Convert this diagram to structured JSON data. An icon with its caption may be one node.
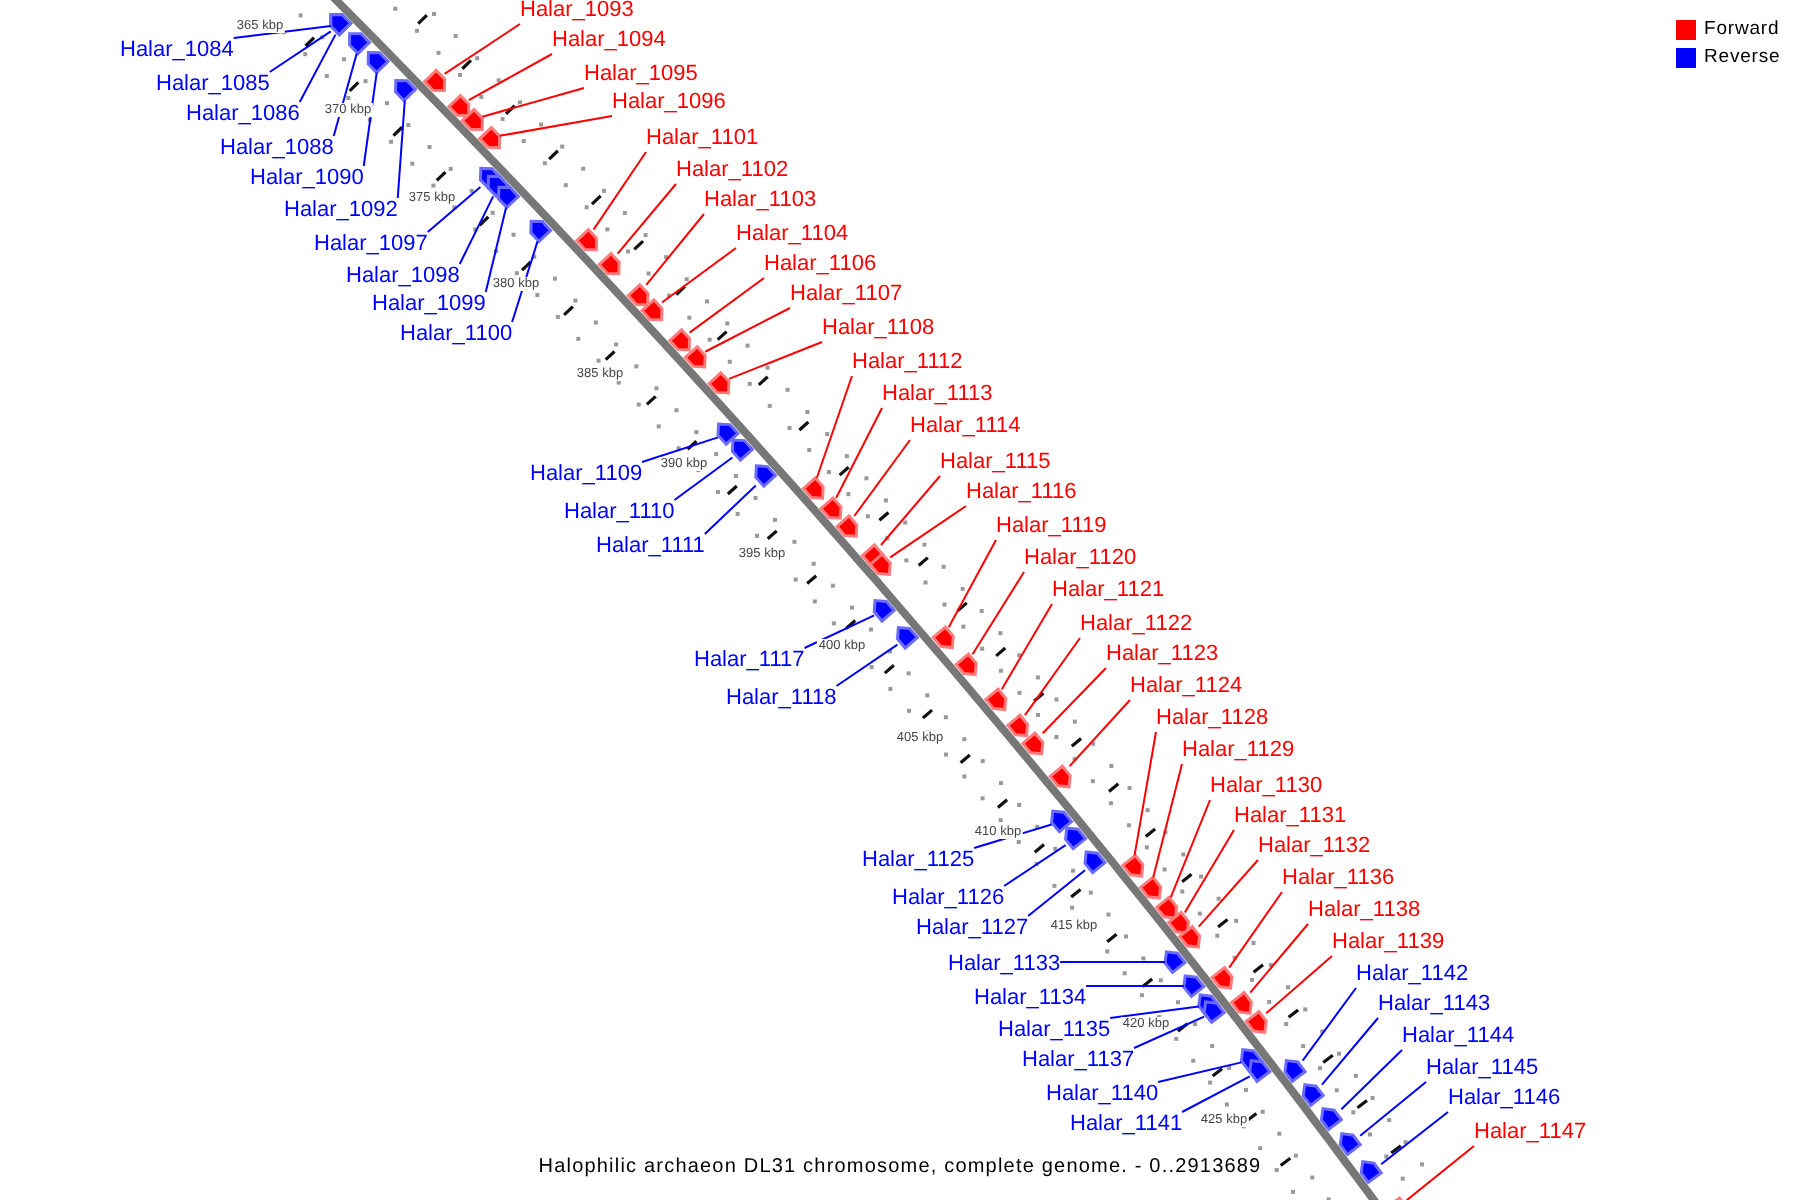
{
  "diagram": {
    "caption": "Halophilic archaeon DL31 chromosome, complete genome. - 0..2913689",
    "nodes": [
      {
        "text": [
          "Halar_1084"
        ]
      },
      {
        "text": [
          "Halar_1085"
        ]
      },
      {
        "text": [
          "Halar_1086"
        ]
      },
      {
        "text": [
          "Halar_1088"
        ]
      },
      {
        "text": [
          "Halar_1090"
        ]
      },
      {
        "text": [
          "Halar_1092"
        ]
      },
      {
        "text": [
          "Halar_1093"
        ]
      },
      {
        "text": [
          "Halar_1094"
        ]
      },
      {
        "text": [
          "Halar_1095"
        ]
      },
      {
        "text": [
          "Halar_1096"
        ]
      },
      {
        "text": [
          "Halar_1097"
        ]
      },
      {
        "text": [
          "Halar_1098"
        ]
      },
      {
        "text": [
          "Halar_1099"
        ]
      },
      {
        "text": [
          "Halar_1100"
        ]
      },
      {
        "text": [
          "Halar_1101"
        ]
      },
      {
        "text": [
          "Halar_1102"
        ]
      },
      {
        "text": [
          "Halar_1103"
        ]
      },
      {
        "text": [
          "Halar_1104"
        ]
      },
      {
        "text": [
          "Halar_1106"
        ]
      },
      {
        "text": [
          "Halar_1107"
        ]
      },
      {
        "text": [
          "Halar_1108"
        ]
      },
      {
        "text": [
          "Halar_1109"
        ]
      },
      {
        "text": [
          "Halar_1110"
        ]
      },
      {
        "text": [
          "Halar_1111"
        ]
      },
      {
        "text": [
          "Halar_1112"
        ]
      },
      {
        "text": [
          "Halar_1113"
        ]
      },
      {
        "text": [
          "Halar_1114"
        ]
      },
      {
        "text": [
          "Halar_1115"
        ]
      },
      {
        "text": [
          "Halar_1116"
        ]
      },
      {
        "text": [
          "Halar_1117"
        ]
      },
      {
        "text": [
          "Halar_1118"
        ]
      },
      {
        "text": [
          "Halar_1119"
        ]
      },
      {
        "text": [
          "Halar_1120"
        ]
      },
      {
        "text": [
          "Halar_1121"
        ]
      },
      {
        "text": [
          "Halar_1122"
        ]
      },
      {
        "text": [
          "Halar_1123"
        ]
      },
      {
        "text": [
          "Halar_1124"
        ]
      },
      {
        "text": [
          "Halar_1125"
        ]
      },
      {
        "text": [
          "Halar_1126"
        ]
      },
      {
        "text": [
          "Halar_1127"
        ]
      },
      {
        "text": [
          "Halar_1128"
        ]
      },
      {
        "text": [
          "Halar_1129"
        ]
      },
      {
        "text": [
          "Halar_1130"
        ]
      },
      {
        "text": [
          "Halar_1131"
        ]
      },
      {
        "text": [
          "Halar_1132"
        ]
      },
      {
        "text": [
          "Halar_1133"
        ]
      },
      {
        "text": [
          "Halar_1134"
        ]
      },
      {
        "text": [
          "Halar_1135"
        ]
      },
      {
        "text": [
          "Halar_1136"
        ]
      },
      {
        "text": [
          "Halar_1137"
        ]
      },
      {
        "text": [
          "Halar_1138"
        ]
      },
      {
        "text": [
          "Halar_1139"
        ]
      },
      {
        "text": [
          "Halar_1140"
        ]
      },
      {
        "text": [
          "Halar_1141"
        ]
      },
      {
        "text": [
          "Halar_1142"
        ]
      },
      {
        "text": [
          "Halar_1143"
        ]
      },
      {
        "text": [
          "Halar_1144"
        ]
      },
      {
        "text": [
          "Halar_1145"
        ]
      },
      {
        "text": [
          "Halar_1146"
        ]
      },
      {
        "text": [
          "Halar_1147"
        ]
      },
      {
        "text": [],
        "shape": "arrow"
      },
      {
        "text": [],
        "shape": "arrow"
      },
      {
        "text": [],
        "shape": "arrow"
      },
      {
        "text": [],
        "shape": "arrow"
      },
      {
        "text": [],
        "shape": "arrow"
      },
      {
        "text": [],
        "shape": "arrow"
      },
      {
        "text": [],
        "shape": "arrow"
      },
      {
        "text": [],
        "shape": "arrow"
      },
      {
        "text": [],
        "shape": "arrow"
      },
      {
        "text": [],
        "shape": "arrow"
      },
      {
        "text": [],
        "shape": "arrow"
      },
      {
        "text": [],
        "shape": "arrow"
      },
      {
        "text": [],
        "shape": "arrow"
      },
      {
        "text": [],
        "shape": "arrow"
      },
      {
        "text": [],
        "shape": "arrow"
      },
      {
        "text": [],
        "shape": "arrow"
      },
      {
        "text": [],
        "shape": "arrow"
      },
      {
        "text": [],
        "shape": "arrow"
      },
      {
        "text": [],
        "shape": "arrow"
      },
      {
        "text": [],
        "shape": "arrow"
      },
      {
        "text": [],
        "shape": "arrow"
      },
      {
        "text": [],
        "shape": "arrow"
      },
      {
        "text": [],
        "shape": "arrow"
      },
      {
        "text": [],
        "shape": "arrow"
      },
      {
        "text": [],
        "shape": "arrow"
      },
      {
        "text": [],
        "shape": "arrow"
      },
      {
        "text": [],
        "shape": "arrow"
      },
      {
        "text": [],
        "shape": "arrow"
      },
      {
        "text": [],
        "shape": "arrow"
      },
      {
        "text": [],
        "shape": "arrow"
      },
      {
        "text": [],
        "shape": "arrow"
      },
      {
        "text": [],
        "shape": "arrow"
      },
      {
        "text": [],
        "shape": "arrow"
      },
      {
        "text": [],
        "shape": "arrow"
      },
      {
        "text": [],
        "shape": "arrow"
      },
      {
        "text": [],
        "shape": "arrow"
      },
      {
        "text": [],
        "shape": "arrow"
      },
      {
        "text": [],
        "shape": "arrow"
      },
      {
        "text": [],
        "shape": "arrow"
      },
      {
        "text": [],
        "shape": "arrow"
      },
      {
        "text": [],
        "shape": "arrow"
      },
      {
        "text": [],
        "shape": "arrow"
      },
      {
        "text": [],
        "shape": "arrow"
      },
      {
        "text": [],
        "shape": "arrow"
      },
      {
        "text": [],
        "shape": "arrow"
      },
      {
        "text": [],
        "shape": "arrow"
      },
      {
        "text": [],
        "shape": "arrow"
      },
      {
        "text": [],
        "shape": "arrow"
      },
      {
        "text": [],
        "shape": "arrow"
      },
      {
        "text": [],
        "shape": "arrow"
      },
      {
        "text": [],
        "shape": "arrow"
      },
      {
        "text": [],
        "shape": "arrow"
      },
      {
        "text": [],
        "shape": "arrow"
      },
      {
        "text": [],
        "shape": "arrow"
      },
      {
        "text": [],
        "shape": "arrow"
      },
      {
        "text": [],
        "shape": "arrow"
      },
      {
        "text": [],
        "shape": "arrow"
      },
      {
        "text": [],
        "shape": "arrow"
      },
      {
        "text": [],
        "shape": "arrow"
      },
      {
        "text": [],
        "shape": "arrow"
      }
    ],
    "edges": [
      {
        "from": 0,
        "to": 60,
        "arrow": "none",
        "color": "#0000ff"
      },
      {
        "from": 1,
        "to": 61,
        "arrow": "none",
        "color": "#0000ff"
      },
      {
        "from": 2,
        "to": 62,
        "arrow": "none",
        "color": "#0000ff"
      },
      {
        "from": 3,
        "to": 63,
        "arrow": "none",
        "color": "#0000ff"
      },
      {
        "from": 4,
        "to": 64,
        "arrow": "none",
        "color": "#0000ff"
      },
      {
        "from": 5,
        "to": 65,
        "arrow": "none",
        "color": "#0000ff"
      },
      {
        "from": 6,
        "to": 66,
        "arrow": "none"
      },
      {
        "from": 7,
        "to": 67,
        "arrow": "none"
      },
      {
        "from": 8,
        "to": 68,
        "arrow": "none"
      },
      {
        "from": 9,
        "to": 69,
        "arrow": "none"
      },
      {
        "from": 10,
        "to": 70,
        "arrow": "none",
        "color": "#0000ff"
      },
      {
        "from": 11,
        "to": 71,
        "arrow": "none",
        "color": "#0000ff"
      },
      {
        "from": 12,
        "to": 72,
        "arrow": "none",
        "color": "#0000ff"
      },
      {
        "from": 13,
        "to": 73,
        "arrow": "none",
        "color": "#0000ff"
      },
      {
        "from": 14,
        "to": 74,
        "arrow": "none"
      },
      {
        "from": 15,
        "to": 75,
        "arrow": "none"
      },
      {
        "from": 16,
        "to": 76,
        "arrow": "none"
      },
      {
        "from": 17,
        "to": 77,
        "arrow": "none"
      },
      {
        "from": 18,
        "to": 78,
        "arrow": "none"
      },
      {
        "from": 19,
        "to": 79,
        "arrow": "none"
      },
      {
        "from": 20,
        "to": 80,
        "arrow": "none"
      },
      {
        "from": 21,
        "to": 81,
        "arrow": "none",
        "color": "#0000ff"
      },
      {
        "from": 22,
        "to": 82,
        "arrow": "none",
        "color": "#0000ff"
      },
      {
        "from": 23,
        "to": 83,
        "arrow": "none",
        "color": "#0000ff"
      },
      {
        "from": 24,
        "to": 84,
        "arrow": "none"
      },
      {
        "from": 25,
        "to": 85,
        "arrow": "none"
      },
      {
        "from": 26,
        "to": 86,
        "arrow": "none"
      },
      {
        "from": 27,
        "to": 87,
        "arrow": "none"
      },
      {
        "from": 28,
        "to": 88,
        "arrow": "none"
      },
      {
        "from": 29,
        "to": 89,
        "arrow": "none",
        "color": "#0000ff"
      },
      {
        "from": 30,
        "to": 90,
        "arrow": "none",
        "color": "#0000ff"
      },
      {
        "from": 31,
        "to": 91,
        "arrow": "none"
      },
      {
        "from": 32,
        "to": 92,
        "arrow": "none"
      },
      {
        "from": 33,
        "to": 93,
        "arrow": "none"
      },
      {
        "from": 34,
        "to": 94,
        "arrow": "none"
      },
      {
        "from": 35,
        "to": 95,
        "arrow": "none"
      },
      {
        "from": 36,
        "to": 96,
        "arrow": "none"
      },
      {
        "from": 37,
        "to": 97,
        "arrow": "none",
        "color": "#0000ff"
      },
      {
        "from": 38,
        "to": 98,
        "arrow": "none",
        "color": "#0000ff"
      },
      {
        "from": 39,
        "to": 99,
        "arrow": "none",
        "color": "#0000ff"
      },
      {
        "from": 40,
        "to": 100,
        "arrow": "none"
      },
      {
        "from": 41,
        "to": 101,
        "arrow": "none"
      },
      {
        "from": 42,
        "to": 102,
        "arrow": "none"
      },
      {
        "from": 43,
        "to": 103,
        "arrow": "none"
      },
      {
        "from": 44,
        "to": 104,
        "arrow": "none"
      },
      {
        "from": 45,
        "to": 105,
        "arrow": "none",
        "color": "#0000ff"
      },
      {
        "from": 46,
        "to": 106,
        "arrow": "none",
        "color": "#0000ff"
      },
      {
        "from": 47,
        "to": 107,
        "arrow": "none",
        "color": "#0000ff"
      },
      {
        "from": 48,
        "to": 108,
        "arrow": "none"
      },
      {
        "from": 49,
        "to": 109,
        "arrow": "none",
        "color": "#0000ff"
      },
      {
        "from": 50,
        "to": 110,
        "arrow": "none"
      },
      {
        "from": 51,
        "to": 111,
        "arrow": "none"
      },
      {
        "from": 52,
        "to": 112,
        "arrow": "none",
        "color": "#0000ff"
      },
      {
        "from": 53,
        "to": 113,
        "arrow": "none",
        "color": "#0000ff"
      },
      {
        "from": 54,
        "to": 114,
        "arrow": "none",
        "color": "#0000ff"
      },
      {
        "from": 55,
        "to": 115,
        "arrow": "none",
        "color": "#0000ff"
      },
      {
        "from": 56,
        "to": 116,
        "arrow": "none",
        "color": "#0000ff"
      },
      {
        "from": 57,
        "to": 117,
        "arrow": "none",
        "color": "#0000ff"
      },
      {
        "from": 58,
        "to": 118,
        "arrow": "none",
        "color": "#0000ff"
      },
      {
        "from": 59,
        "to": 119,
        "arrow": "none"
      }
    ],
    "labels": [
      "365 kbp",
      "370 kbp",
      "375 kbp",
      "380 kbp",
      "385 kbp",
      "390 kbp",
      "395 kbp",
      "400 kbp",
      "405 kbp",
      "410 kbp",
      "415 kbp",
      "420 kbp",
      "425 kbp"
    ],
    "legend": [
      {
        "text": "Forward",
        "color": "#ff0000"
      },
      {
        "text": "Reverse",
        "color": "#0000ff"
      }
    ]
  }
}
